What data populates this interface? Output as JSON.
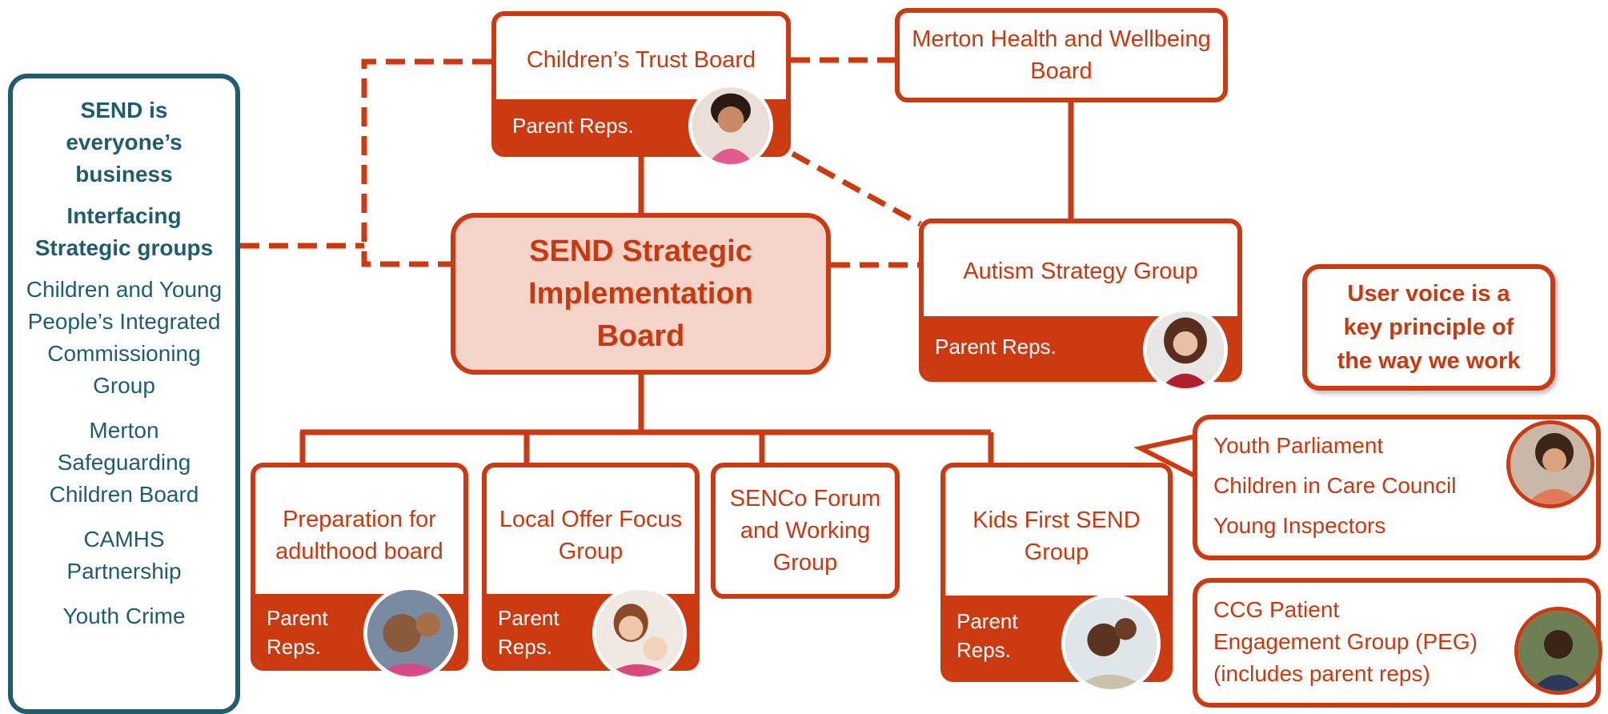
{
  "panel": {
    "heading1": "SEND is everyone’s business",
    "heading2": "Interfacing Strategic groups",
    "items": [
      "Children and Young People’s Integrated Commissioning Group",
      "Merton Safeguarding Children Board",
      "CAMHS Partnership",
      "Youth Crime"
    ]
  },
  "childrens_trust": {
    "title": "Children’s Trust Board",
    "reps": "Parent Reps."
  },
  "health_wellbeing": {
    "title": "Merton Health and Wellbeing Board"
  },
  "main_board": {
    "line1": "SEND Strategic",
    "line2": "Implementation",
    "line3": "Board"
  },
  "autism": {
    "title": "Autism Strategy Group",
    "reps": "Parent Reps."
  },
  "user_voice": {
    "line1": "User voice is a",
    "line2": "key principle of",
    "line3": "the way we work"
  },
  "youth_groups": [
    "Youth Parliament",
    "Children in Care Council",
    "Young Inspectors"
  ],
  "ccg": {
    "line1": "CCG Patient",
    "line2": "Engagement Group (PEG)",
    "line3": "(includes parent reps)"
  },
  "subgroups": [
    {
      "title": "Preparation for adulthood board",
      "reps1": "Parent",
      "reps2": "Reps."
    },
    {
      "title": "Local Offer Focus Group",
      "reps1": "Parent",
      "reps2": "Reps."
    },
    {
      "title": "SENCo Forum and Working Group"
    },
    {
      "title": "Kids First SEND Group",
      "reps1": "Parent",
      "reps2": "Reps."
    }
  ],
  "colors": {
    "accent": "#cc3a12",
    "main_fill": "#f4d3c8",
    "panel_border": "#1f5d6e"
  }
}
